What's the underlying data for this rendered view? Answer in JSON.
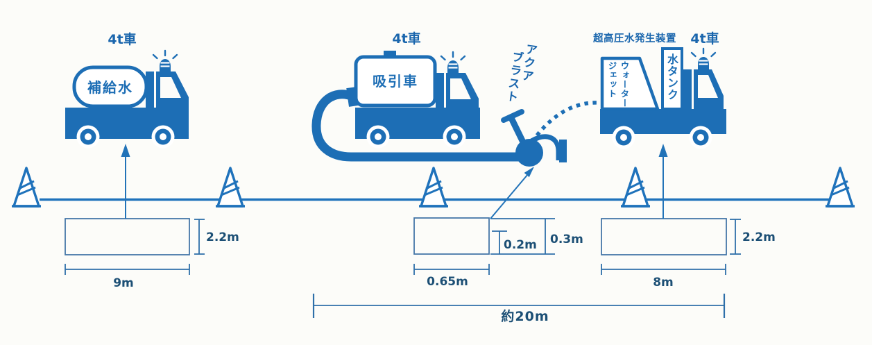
{
  "diagram_title": "water-jet-road-work-convoy-layout",
  "colors": {
    "primary_blue": "#1d6eb5",
    "line_blue": "#1f72bb",
    "dim_line_blue": "#2e6fa9",
    "dim_text_navy": "#1c4f75",
    "background": "#fcfcf9"
  },
  "trucks": {
    "supply": {
      "type_label": "4t車",
      "tank_label": "補給水"
    },
    "suction": {
      "type_label": "4t車",
      "tank_label": "吸引車"
    },
    "jet": {
      "type_label": "4t車",
      "equipment_label": "超高圧水発生装置",
      "waterjet_col_right": "ウォーター",
      "waterjet_col_left": "ジェット",
      "watertank_label": "水タンク"
    }
  },
  "device": {
    "aquablast_col_right": "アクア",
    "aquablast_col_left": "ブラスト"
  },
  "dimensions": {
    "zone1_height": "2.2m",
    "zone1_width": "9m",
    "zone2_inner_height": "0.2m",
    "zone2_outer_height": "0.3m",
    "zone2_width": "0.65m",
    "zone3_height": "2.2m",
    "zone3_width": "8m",
    "total_length": "約20m"
  }
}
